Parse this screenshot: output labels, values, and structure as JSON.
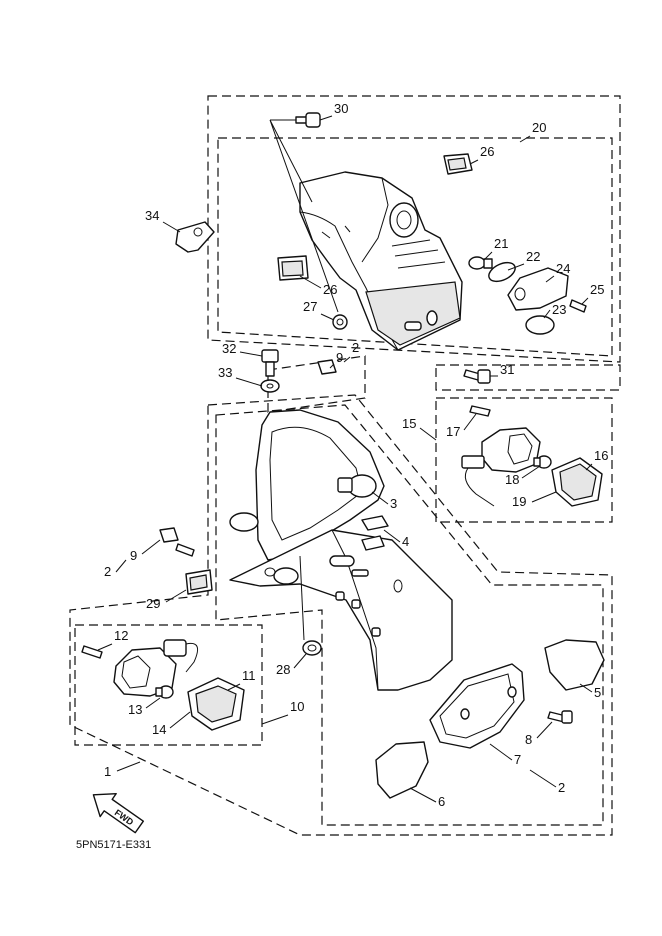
{
  "callouts": [
    {
      "number": "1"
    },
    {
      "number": "2"
    },
    {
      "number": "2"
    },
    {
      "number": "2"
    },
    {
      "number": "3"
    },
    {
      "number": "4"
    },
    {
      "number": "5"
    },
    {
      "number": "6"
    },
    {
      "number": "7"
    },
    {
      "number": "8"
    },
    {
      "number": "9"
    },
    {
      "number": "9"
    },
    {
      "number": "10"
    },
    {
      "number": "11"
    },
    {
      "number": "12"
    },
    {
      "number": "13"
    },
    {
      "number": "14"
    },
    {
      "number": "15"
    },
    {
      "number": "16"
    },
    {
      "number": "17"
    },
    {
      "number": "18"
    },
    {
      "number": "19"
    },
    {
      "number": "20"
    },
    {
      "number": "21"
    },
    {
      "number": "22"
    },
    {
      "number": "23"
    },
    {
      "number": "24"
    },
    {
      "number": "25"
    },
    {
      "number": "26"
    },
    {
      "number": "26"
    },
    {
      "number": "27"
    },
    {
      "number": "28"
    },
    {
      "number": "29"
    },
    {
      "number": "30"
    },
    {
      "number": "31"
    },
    {
      "number": "32"
    },
    {
      "number": "33"
    },
    {
      "number": "34"
    }
  ],
  "direction_arrow": {
    "label": "FWD"
  },
  "drawing_reference": "5PN5171-E331"
}
